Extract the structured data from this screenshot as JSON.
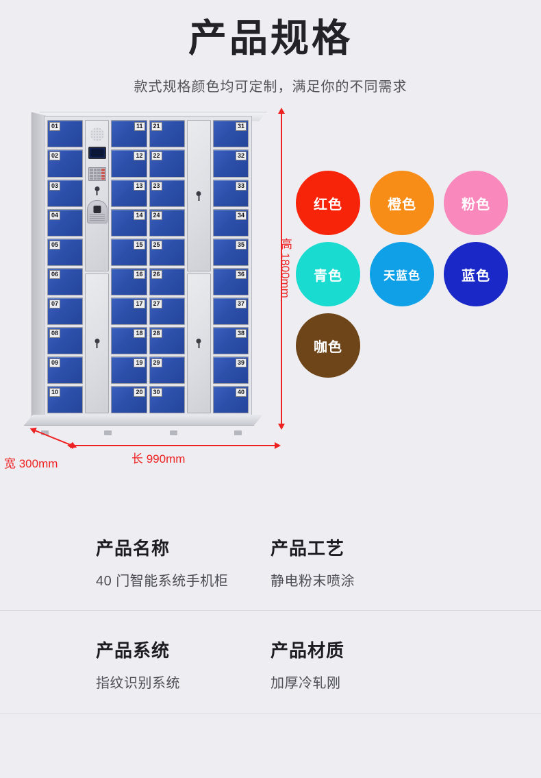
{
  "header": {
    "title": "产品规格",
    "subtitle": "款式规格颜色均可定制，满足你的不同需求"
  },
  "product_image": {
    "alt": "40门智能系统手机柜",
    "dimensions": {
      "height": "高 1800mm",
      "length": "长 990mm",
      "width": "宽 300mm"
    },
    "door_color": "#2c50aa",
    "cabinet_color": "#e4e5ea",
    "dimension_line_color": "#ee2222",
    "control_panel": {
      "speaker": "speaker-grille",
      "screen": "lcd-display",
      "keypad": "numeric-keypad",
      "lock": "key-lock",
      "scanner": "fingerprint-scanner"
    },
    "columns": [
      {
        "type": "doors",
        "tag_side": "left",
        "labels": [
          "01",
          "02",
          "03",
          "04",
          "05",
          "06",
          "07",
          "08",
          "09",
          "10"
        ]
      },
      {
        "type": "panel",
        "upper": "control-panel",
        "lower": "utility-door"
      },
      {
        "type": "doors",
        "tag_side": "right",
        "labels": [
          "11",
          "12",
          "13",
          "14",
          "15",
          "16",
          "17",
          "18",
          "19",
          "20"
        ]
      },
      {
        "type": "doors",
        "tag_side": "left",
        "labels": [
          "21",
          "22",
          "23",
          "24",
          "25",
          "26",
          "27",
          "28",
          "29",
          "30"
        ]
      },
      {
        "type": "panel",
        "upper": "utility-door",
        "lower": "utility-door"
      },
      {
        "type": "doors",
        "tag_side": "right",
        "labels": [
          "31",
          "32",
          "33",
          "34",
          "35",
          "36",
          "37",
          "38",
          "39",
          "40"
        ]
      }
    ]
  },
  "colors": [
    {
      "label": "红色",
      "hex": "#f82409"
    },
    {
      "label": "橙色",
      "hex": "#f78c17"
    },
    {
      "label": "粉色",
      "hex": "#f989bc"
    },
    {
      "label": "青色",
      "hex": "#1adbd0"
    },
    {
      "label": "天蓝色",
      "hex": "#10a0e8"
    },
    {
      "label": "蓝色",
      "hex": "#1a28c8"
    },
    {
      "label": "咖色",
      "hex": "#6e4518"
    }
  ],
  "specs": [
    [
      {
        "key": "产品名称",
        "value": "40 门智能系统手机柜"
      },
      {
        "key": "产品工艺",
        "value": "静电粉末喷涂"
      }
    ],
    [
      {
        "key": "产品系统",
        "value": "指纹识别系统"
      },
      {
        "key": "产品材质",
        "value": "加厚冷轧刚"
      }
    ]
  ]
}
